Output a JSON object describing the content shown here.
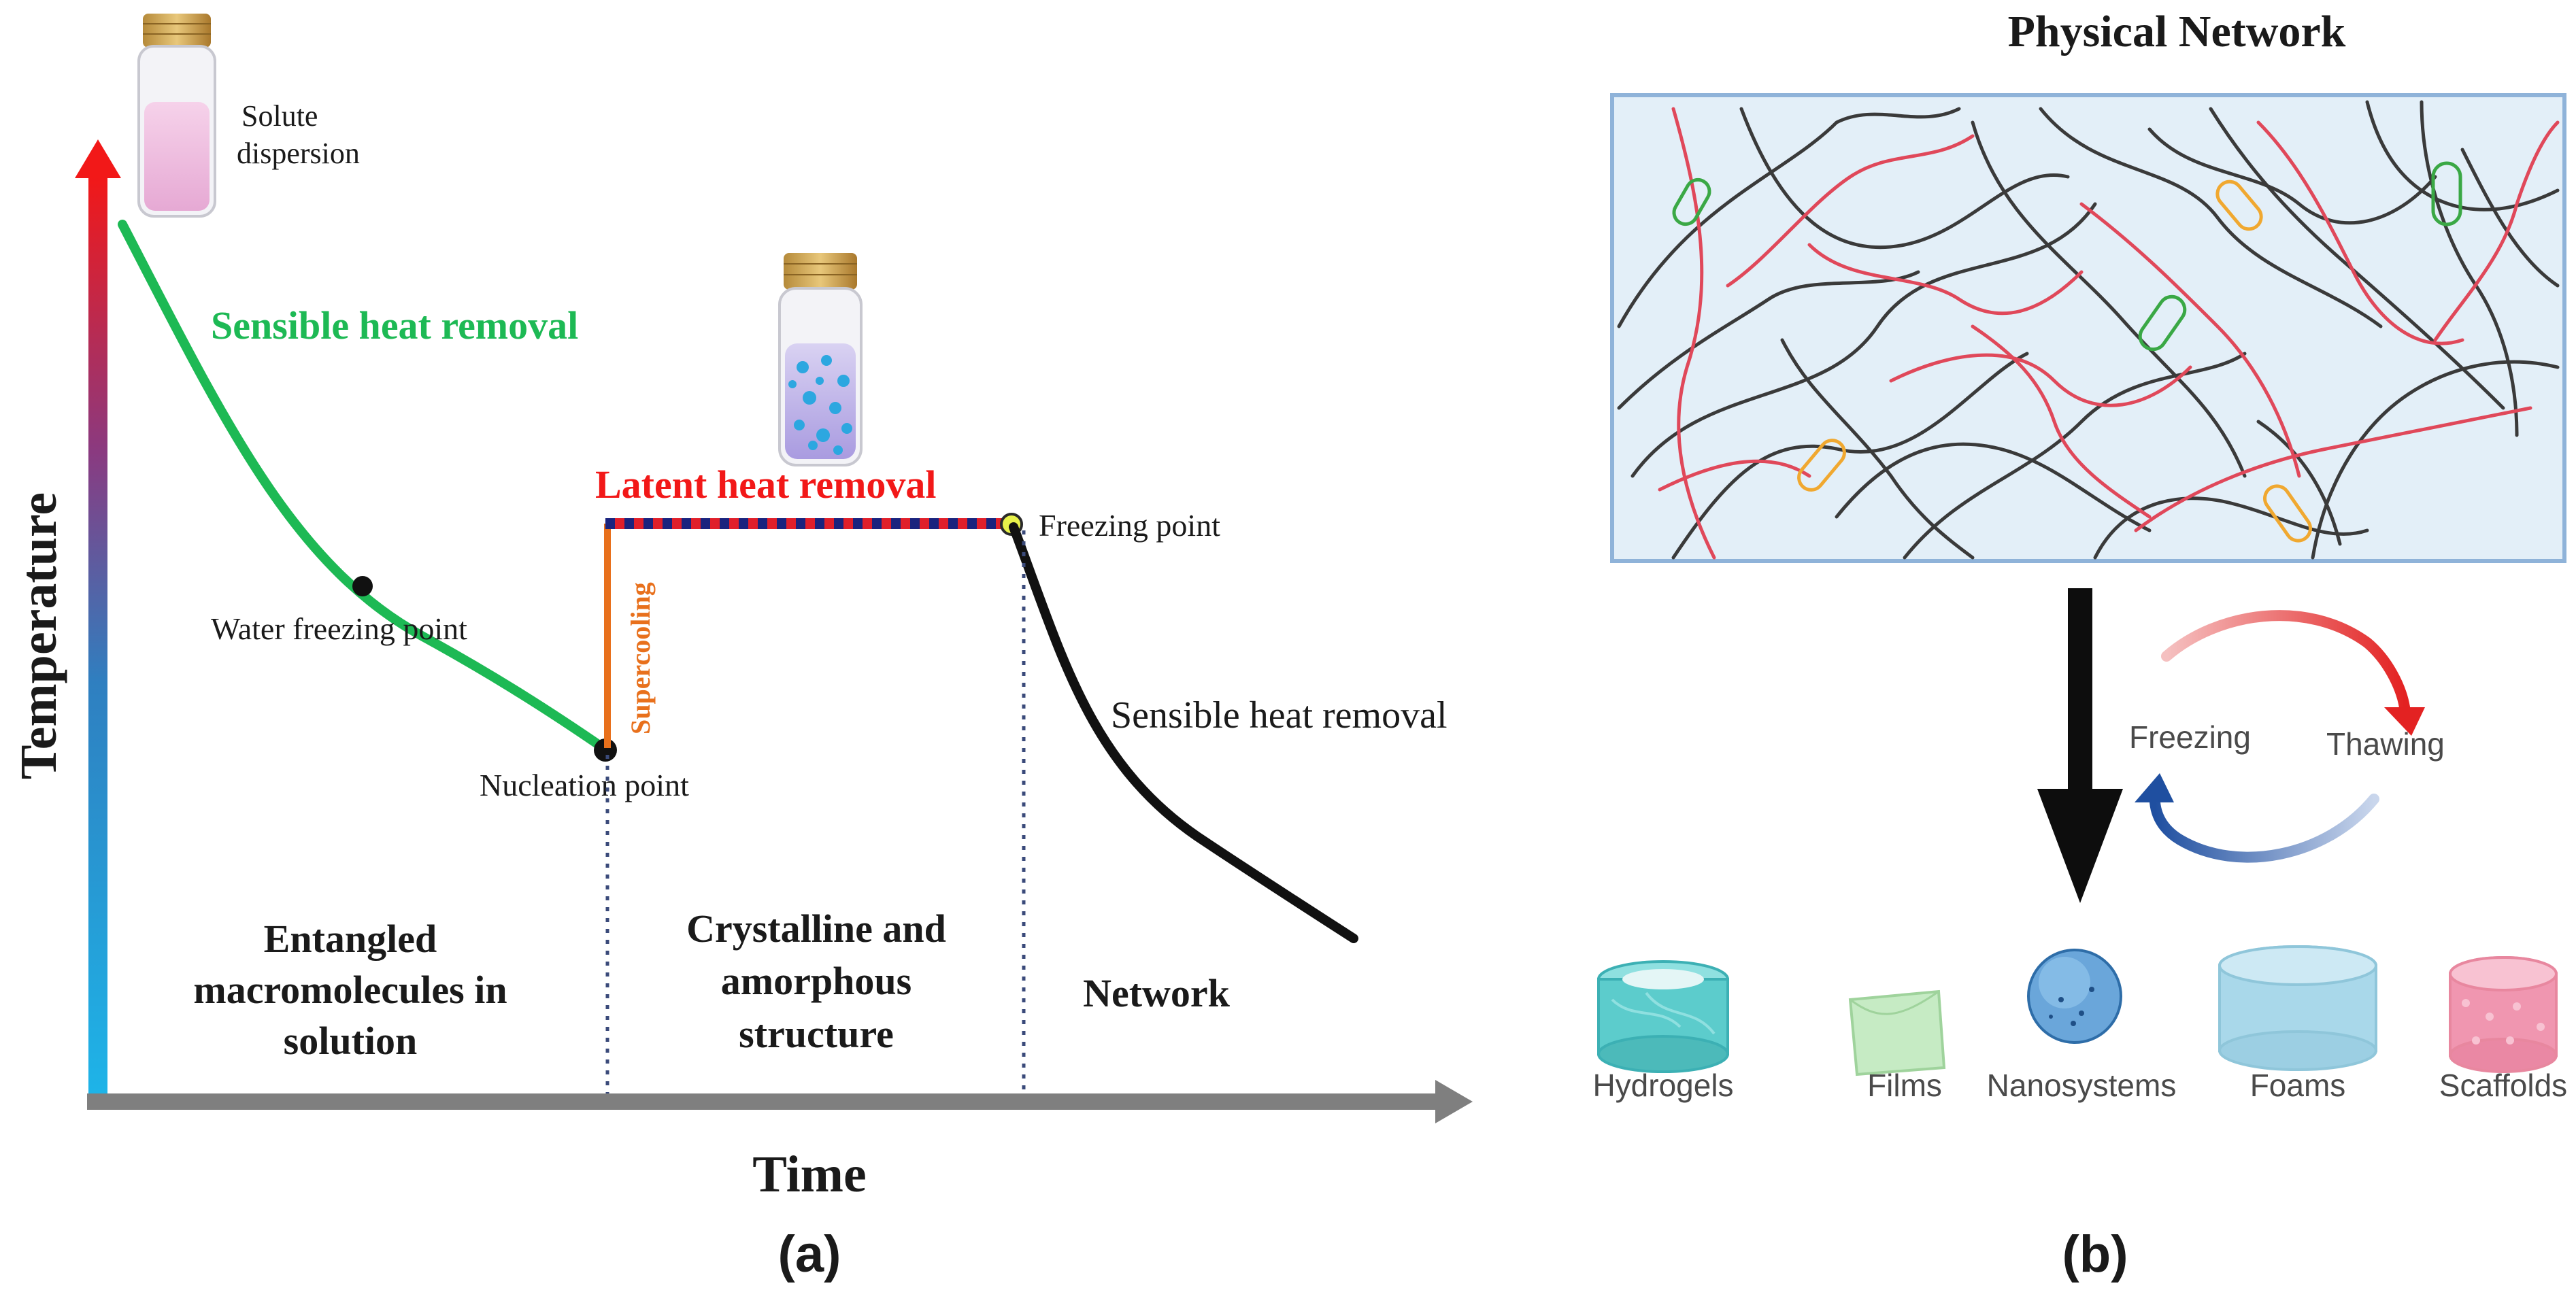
{
  "panel_a": {
    "axis_y_label": "Temperature",
    "axis_x_label": "Time",
    "caption": "(a)",
    "vial_top_label_line1": "Solute",
    "vial_top_label_line2": "dispersion",
    "sensible_heat_removal_1": "Sensible heat removal",
    "latent_heat_removal": "Latent heat removal",
    "freezing_point": "Freezing point",
    "water_freezing_point": "Water freezing point",
    "supercooling": "Supercooling",
    "nucleation_point": "Nucleation point",
    "sensible_heat_removal_2": "Sensible heat removal",
    "region1_line1": "Entangled",
    "region1_line2": "macromolecules in",
    "region1_line3": "solution",
    "region2_line1": "Crystalline and",
    "region2_line2": "amorphous",
    "region2_line3": "structure",
    "region3": "Network",
    "colors": {
      "sensible_curve": "#1db954",
      "latent_label": "#f21818",
      "supercooling": "#e8701c",
      "plateau_dash": "#1a237e",
      "axis_grey": "#7f7f7f"
    }
  },
  "panel_b": {
    "title": "Physical Network",
    "caption": "(b)",
    "cycle_freezing": "Freezing",
    "cycle_thawing": "Thawing",
    "products": [
      "Hydrogels",
      "Films",
      "Nanosystems",
      "Foams",
      "Scaffolds"
    ],
    "colors": {
      "network_bg": "#e3eff8",
      "network_border": "#8fb3d9",
      "chain_black": "#3a3a3a",
      "chain_red": "#e0485a",
      "crosslink_green": "#3aa845",
      "crosslink_orange": "#f0a830"
    }
  }
}
